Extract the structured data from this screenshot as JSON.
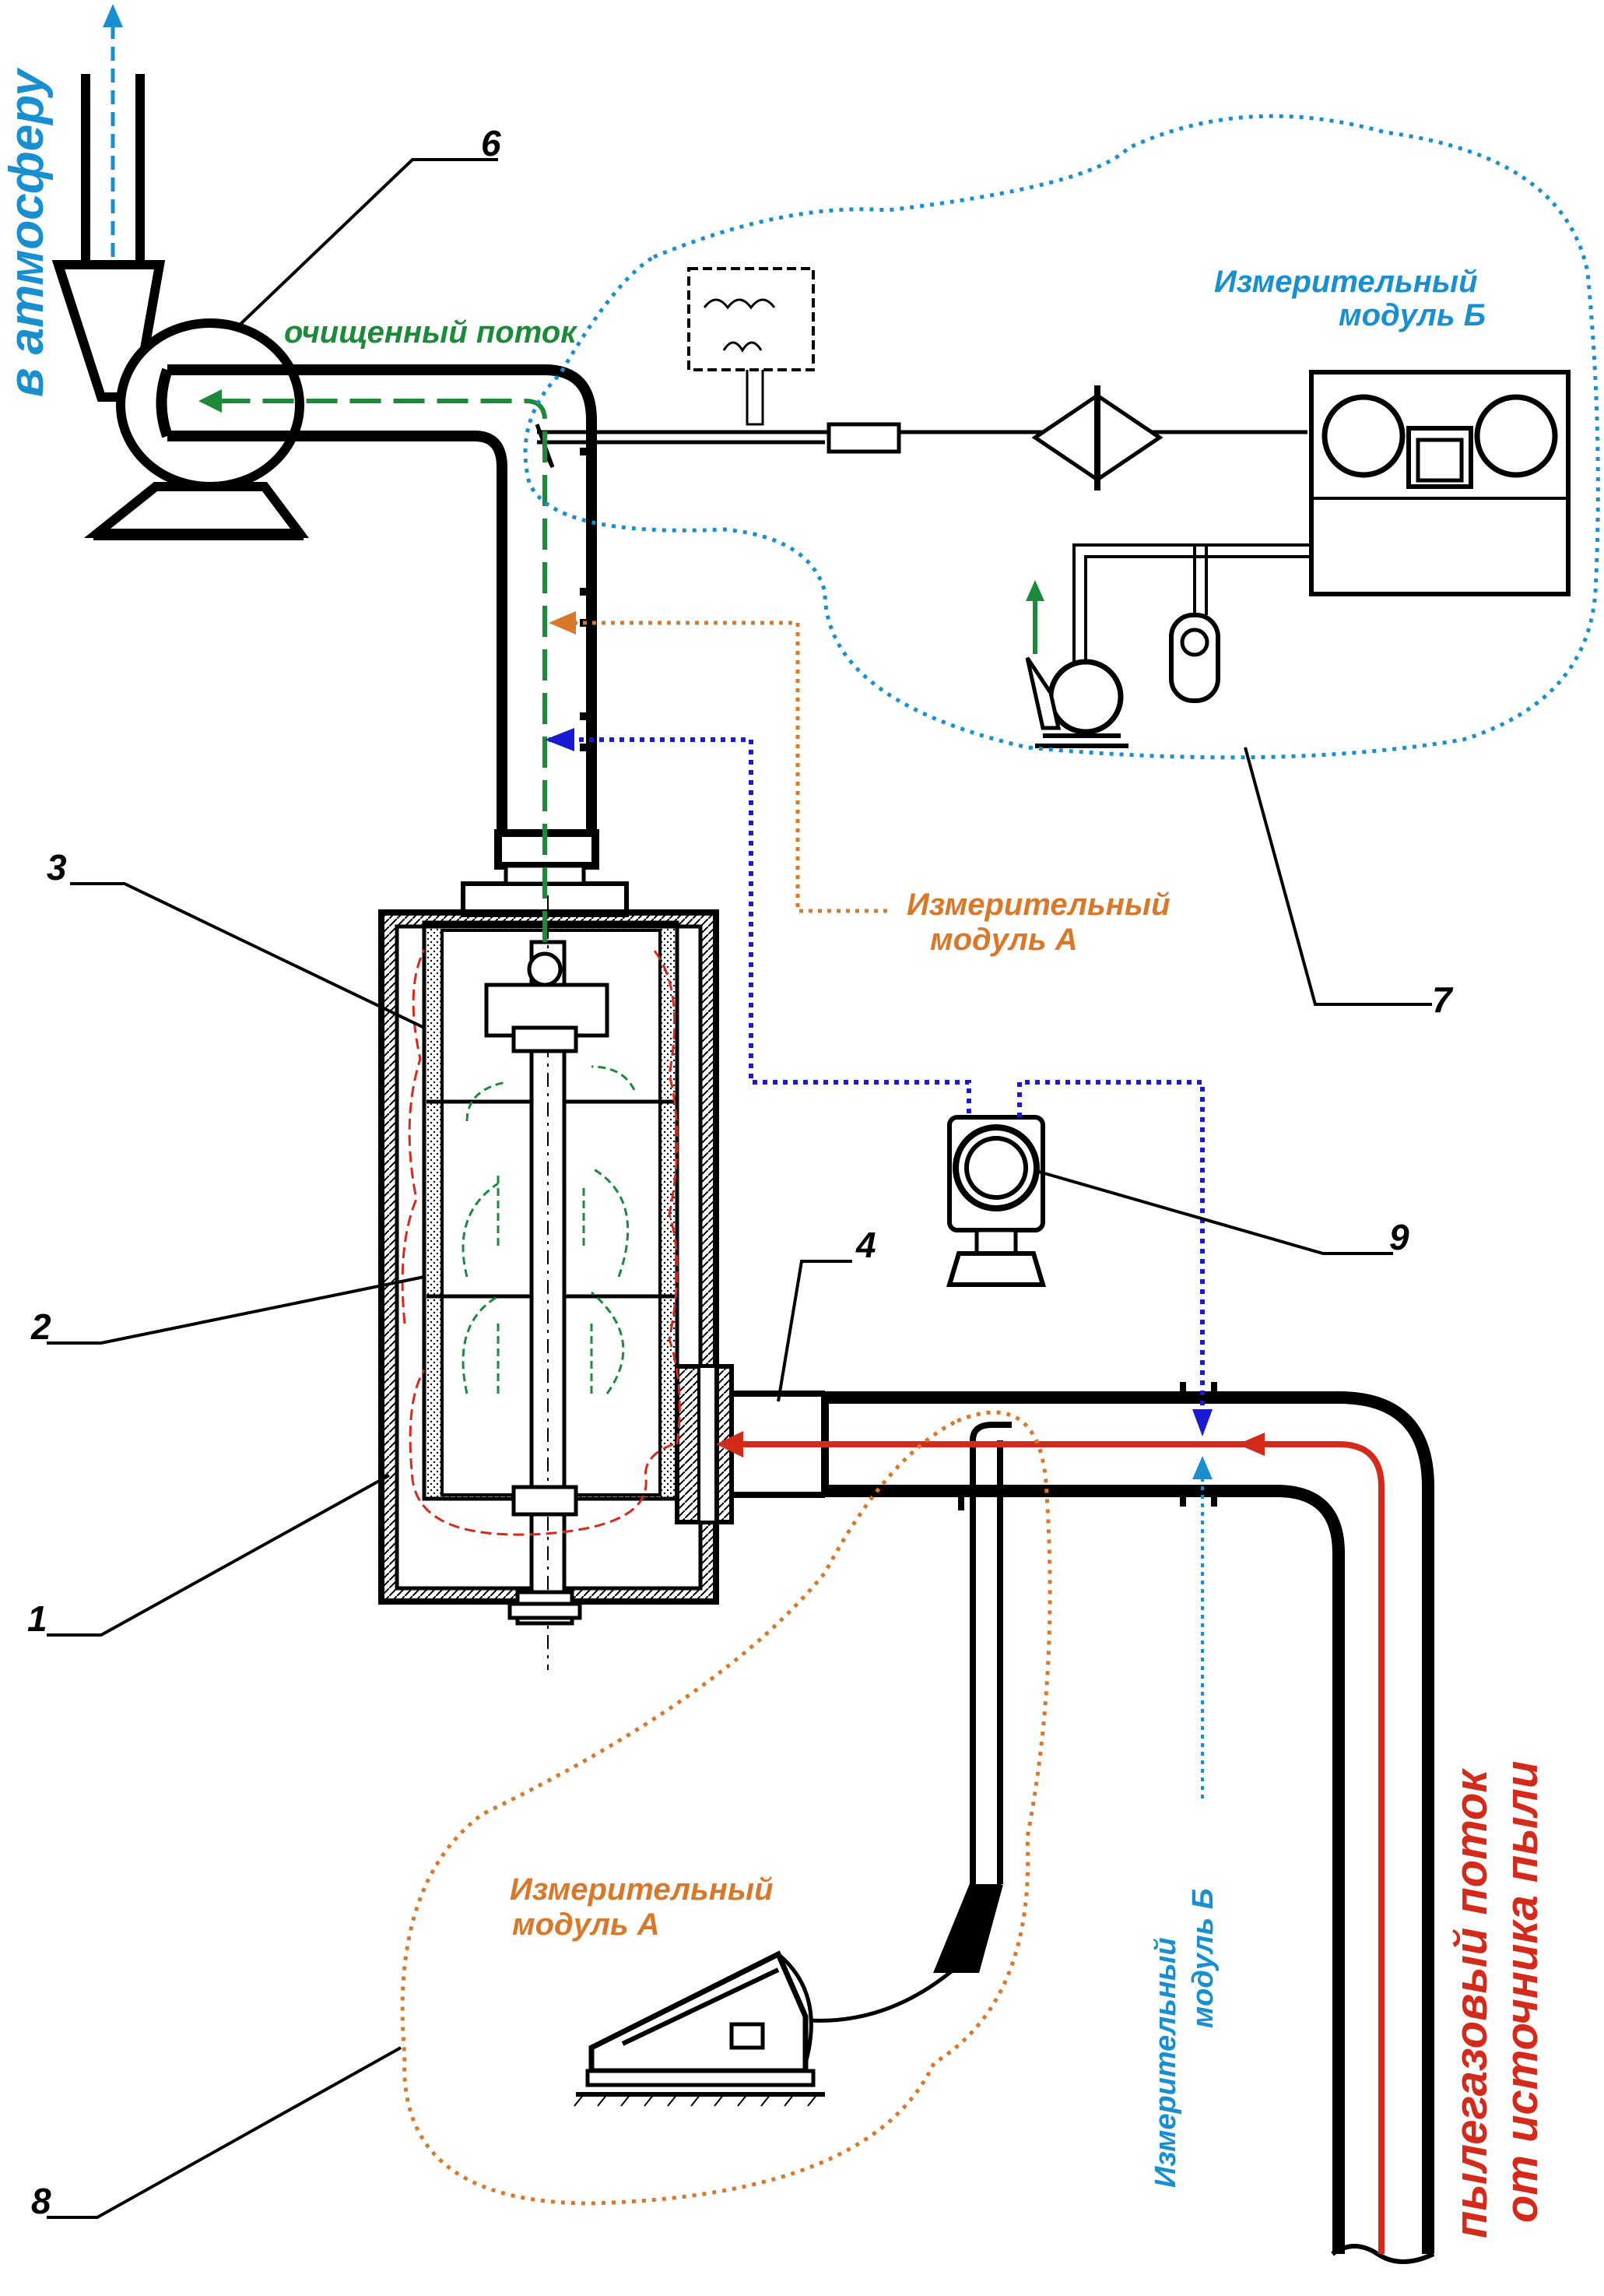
{
  "colors": {
    "black": "#111111",
    "blue": "#1a8fd0",
    "dark_blue": "#1a1ad0",
    "green": "#1c8a3a",
    "orange": "#d8782a",
    "red": "#d42a1c"
  },
  "labels": {
    "to_atmosphere": "в атмосферу",
    "clean_flow": "очищенный поток",
    "module_b_line1": "Измерительный",
    "module_b_line2": "модуль  Б",
    "module_a_mid_line1": "Измерительный",
    "module_a_mid_line2": "модуль А",
    "module_a_low_line1": "Измерительный",
    "module_a_low_line2": "модуль А",
    "module_b_vert_line1": "Измерительный",
    "module_b_vert_line2": "модуль  Б",
    "dust_flow_line1": "пылегазовый поток",
    "dust_flow_line2": "от источника пыли"
  },
  "numbers": {
    "n1": "1",
    "n2": "2",
    "n3": "3",
    "n4": "4",
    "n6": "6",
    "n7": "7",
    "n8": "8",
    "n9": "9"
  }
}
